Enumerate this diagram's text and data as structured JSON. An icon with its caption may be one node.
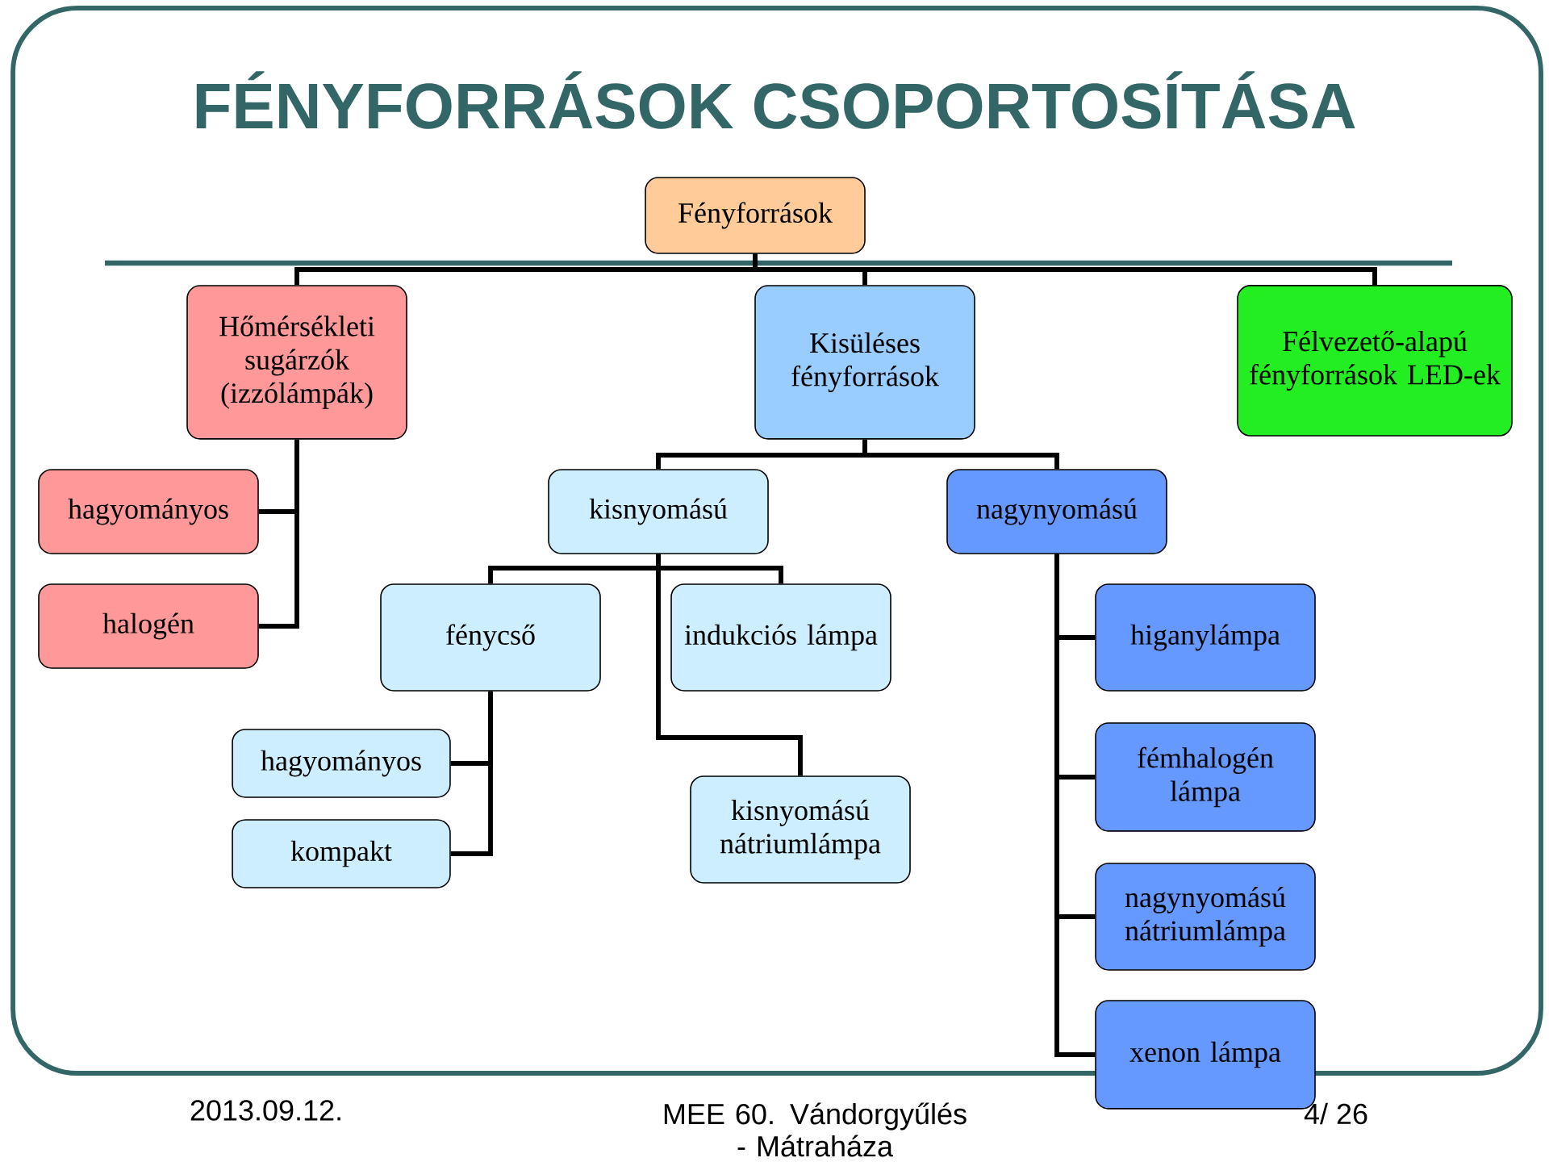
{
  "diagram": {
    "title": "FÉNYFORRÁSOK CSOPORTOSÍTÁSA",
    "nodes": [
      {
        "text": [
          "Fényforrások"
        ]
      },
      {
        "text": [
          "Hőmérsékleti sugárzók (izzólámpák)"
        ]
      },
      {
        "text": [
          "Kisüléses fényforrások"
        ]
      },
      {
        "text": [
          "Félvezető-alapú fényforrások LED-ek"
        ]
      },
      {
        "text": [
          "hagyományos"
        ]
      },
      {
        "text": [
          "kisnyomású"
        ]
      },
      {
        "text": [
          "nagynyomású"
        ]
      },
      {
        "text": [
          "halogén"
        ]
      },
      {
        "text": [
          "fénycső"
        ]
      },
      {
        "text": [
          "indukciós lámpa"
        ]
      },
      {
        "text": [
          "higanylámpa"
        ]
      },
      {
        "text": [
          "hagyományos"
        ]
      },
      {
        "text": [
          "kompakt"
        ]
      },
      {
        "text": [
          "kisnyomású nátriumlámpa"
        ]
      },
      {
        "text": [
          "fémhalogén lámpa"
        ]
      },
      {
        "text": [
          "nagynyomású nátriumlámpa"
        ]
      },
      {
        "text": [
          "xenon lámpa"
        ]
      }
    ],
    "edges": [
      {
        "from": 0,
        "to": 1,
        "arrow": "none"
      },
      {
        "from": 0,
        "to": 2,
        "arrow": "none"
      },
      {
        "from": 0,
        "to": 3,
        "arrow": "none"
      },
      {
        "from": 1,
        "to": 4,
        "arrow": "none"
      },
      {
        "from": 1,
        "to": 7,
        "arrow": "none"
      },
      {
        "from": 2,
        "to": 5,
        "arrow": "none"
      },
      {
        "from": 2,
        "to": 6,
        "arrow": "none"
      },
      {
        "from": 5,
        "to": 8,
        "arrow": "none"
      },
      {
        "from": 5,
        "to": 9,
        "arrow": "none"
      },
      {
        "from": 5,
        "to": 13,
        "arrow": "none"
      },
      {
        "from": 8,
        "to": 11,
        "arrow": "none"
      },
      {
        "from": 8,
        "to": 12,
        "arrow": "none"
      },
      {
        "from": 6,
        "to": 10,
        "arrow": "none"
      },
      {
        "from": 6,
        "to": 14,
        "arrow": "none"
      },
      {
        "from": 6,
        "to": 15,
        "arrow": "none"
      },
      {
        "from": 6,
        "to": 16,
        "arrow": "none"
      }
    ],
    "labels": [
      "2013.09.12.",
      "MEE 60. Vándorgyűlés - Mátraháza",
      "4/ 26"
    ]
  }
}
